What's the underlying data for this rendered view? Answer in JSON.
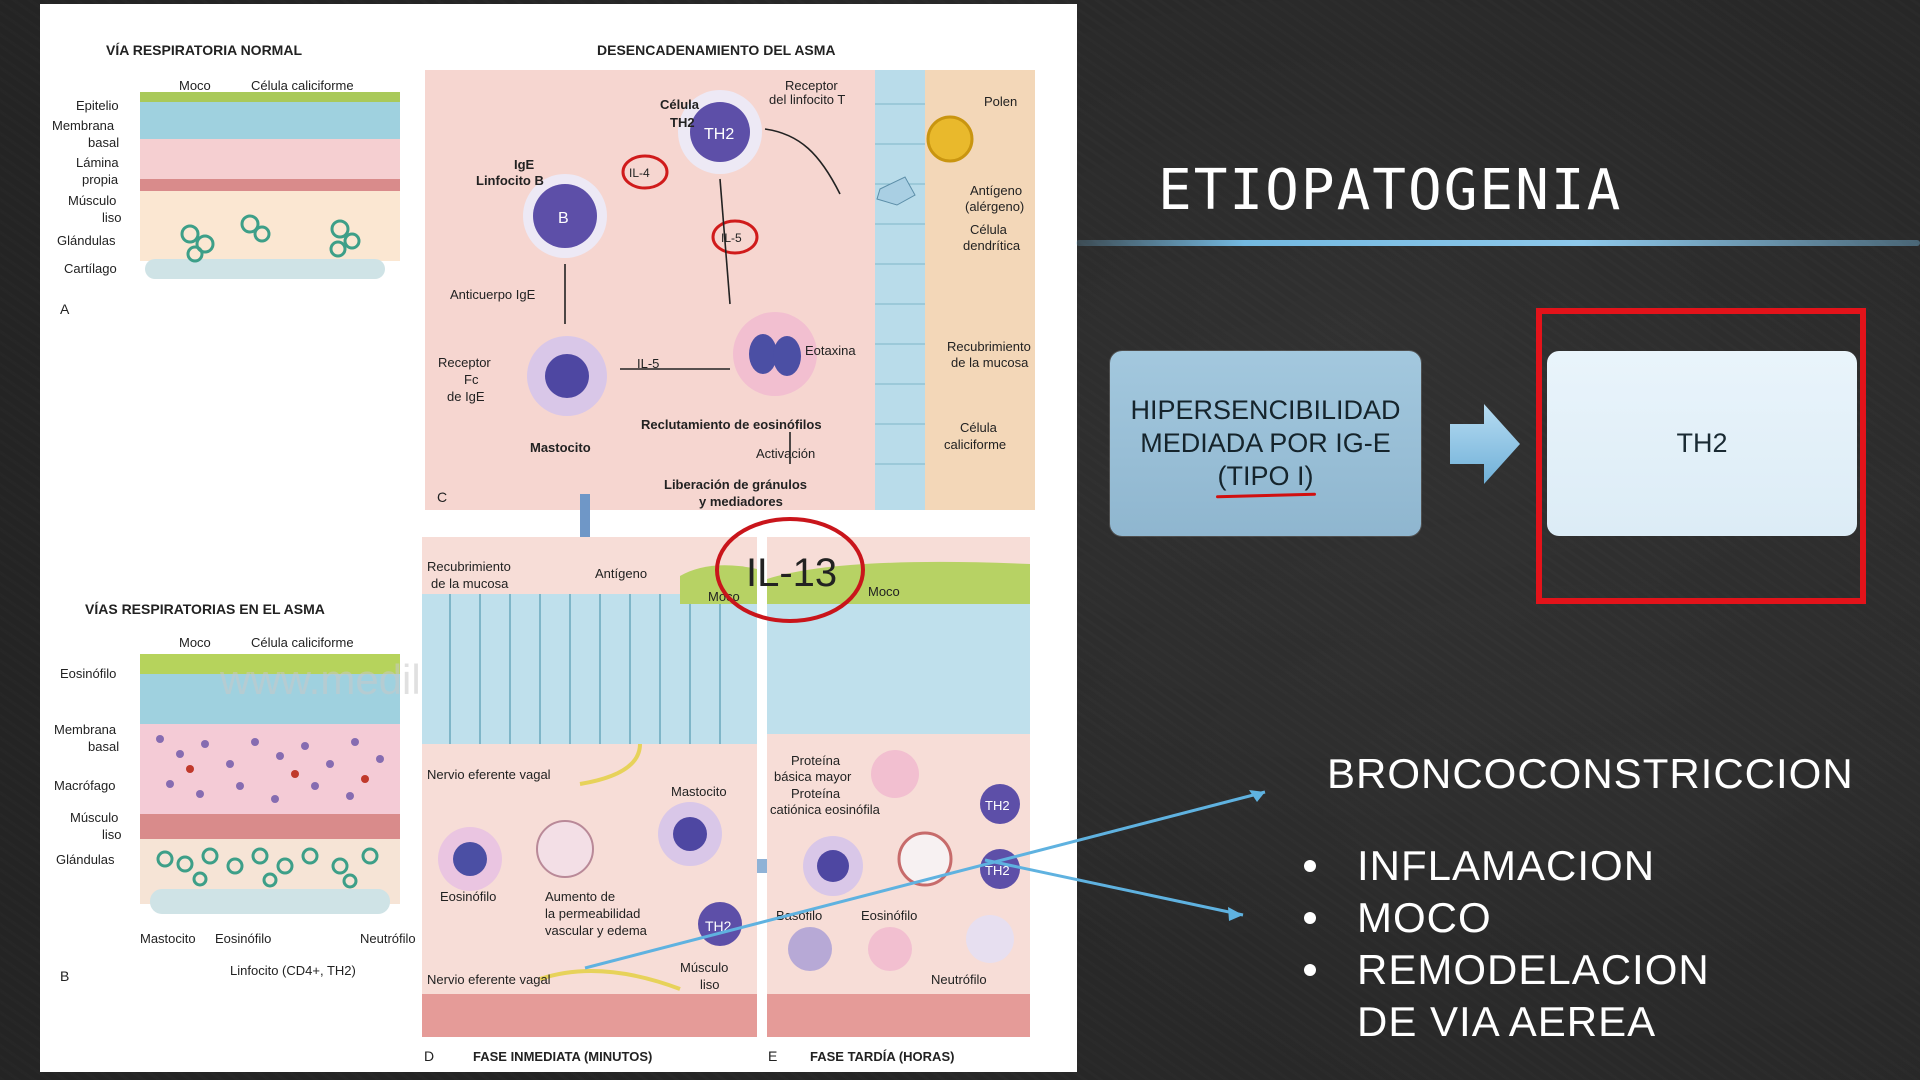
{
  "slide": {
    "title": "ETIOPATOGENIA",
    "box_left_lines": [
      "HIPERSENCIBILIDAD",
      "MEDIADA POR IG-E",
      "(TIPO I)"
    ],
    "box_right_label": "TH2",
    "effect_heading": "BRONCOCONSTRICCION",
    "effects": [
      "INFLAMACION",
      "MOCO",
      "REMODELACION DE VIA AEREA"
    ],
    "colors": {
      "frame": "#e3131a",
      "box_left": "#9cc1d8",
      "box_right": "#e3f0f8",
      "pointer_lines": "#5fb2e0"
    }
  },
  "figure": {
    "panel_a": {
      "title": "VÍA RESPIRATORIA NORMAL",
      "letter": "A",
      "labels": [
        "Moco",
        "Célula caliciforme",
        "Epitelio",
        "Membrana",
        "basal",
        "Lámina",
        "propia",
        "Músculo",
        "liso",
        "Glándulas",
        "Cartílago"
      ]
    },
    "panel_b": {
      "title": "VÍAS RESPIRATORIAS EN EL ASMA",
      "letter": "B",
      "labels": [
        "Moco",
        "Célula caliciforme",
        "Eosinófilo",
        "Membrana",
        "basal",
        "Macrófago",
        "Músculo",
        "liso",
        "Glándulas",
        "Mastocito",
        "Eosinófilo",
        "Neutrófilo",
        "Linfocito (CD4+, TH2)"
      ]
    },
    "panel_c": {
      "title": "DESENCADENAMIENTO DEL ASMA",
      "letter": "C",
      "labels": [
        "Célula",
        "TH2",
        "Receptor",
        "del linfocito T",
        "Polen",
        "IgE",
        "Linfocito B",
        "IL-4",
        "IL-5",
        "Antígeno",
        "(alérgeno)",
        "Célula",
        "dendrítica",
        "Anticuerpo IgE",
        "Receptor",
        "Fc",
        "de IgE",
        "IL-5",
        "Eotaxina",
        "Recubrimiento",
        "de la mucosa",
        "Mastocito",
        "Reclutamiento de eosinófilos",
        "Activación",
        "Célula",
        "caliciforme",
        "Liberación de gránulos",
        "y mediadores",
        "B",
        "TH2"
      ]
    },
    "panel_d": {
      "letter": "D",
      "caption": "FASE INMEDIATA (MINUTOS)",
      "labels": [
        "Recubrimiento",
        "de la mucosa",
        "Antígeno",
        "Moco",
        "Nervio eferente vagal",
        "Mastocito",
        "Eosinófilo",
        "Aumento de",
        "la permeabilidad",
        "vascular y edema",
        "Nervio eferente vagal",
        "Músculo",
        "liso",
        "TH2"
      ]
    },
    "panel_e": {
      "letter": "E",
      "caption": "FASE TARDÍA (HORAS)",
      "labels": [
        "Moco",
        "Proteína",
        "básica mayor",
        "Proteína",
        "catiónica eosinófila",
        "Basófilo",
        "Eosinófilo",
        "Neutrófilo",
        "TH2",
        "TH2"
      ]
    },
    "annotation": "IL-13",
    "watermark": "www.medilibros.com"
  }
}
